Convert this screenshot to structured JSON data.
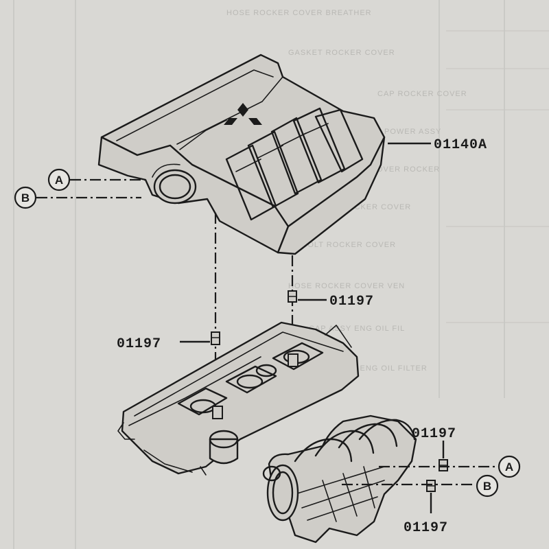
{
  "callouts": {
    "engine_cover": "01140A",
    "screw_cover_right": "01197",
    "screw_cover_left": "01197",
    "screw_manifold_top": "01197",
    "screw_manifold_bottom": "01197"
  },
  "circle_refs": {
    "a_left": "A",
    "b_left": "B",
    "a_right": "A",
    "b_right": "B"
  },
  "background_text": {
    "rows": [
      "HOSE ROCKER COVER BREATHER",
      "GASKET ROCKER COVER",
      "CAP ROCKER COVER",
      "POWER ASSY",
      "COVER ROCKER",
      "STUD ROCKER COVER",
      "BOLT ROCKER COVER",
      "HOSE ROCKER COVER VEN",
      "CAP ASSY ENG OIL FIL",
      "GASKET ENG OIL FILTER"
    ]
  },
  "colors": {
    "paper": "#d9d8d4",
    "ink": "#1b1b1b",
    "ghost_print": "#b9b8b4"
  }
}
